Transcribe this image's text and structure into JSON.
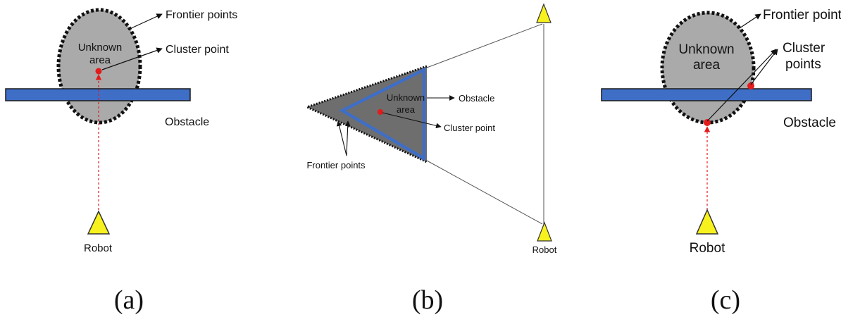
{
  "colors": {
    "unknown_fill_light": "#aaaaaa",
    "unknown_fill_dark": "#6e6e6e",
    "obstacle_fill": "#3f6ec6",
    "obstacle_stroke": "#1a1a1a",
    "cluster_point": "#e31b1b",
    "robot_fill": "#f7f21d",
    "robot_stroke": "#333333",
    "frontier_dots": "#111111"
  },
  "panel_a": {
    "unknown_label_line1": "Unknown",
    "unknown_label_line2": "area",
    "frontier_label": "Frontier points",
    "cluster_label": "Cluster point",
    "obstacle_label": "Obstacle",
    "robot_label": "Robot",
    "caption": "(a)"
  },
  "panel_b": {
    "unknown_label_line1": "Unknown",
    "unknown_label_line2": "area",
    "obstacle_label": "Obstacle",
    "cluster_label": "Cluster point",
    "frontier_label": "Frontier points",
    "robot_label": "Robot",
    "caption": "(b)"
  },
  "panel_c": {
    "unknown_label_line1": "Unknown",
    "unknown_label_line2": "area",
    "frontier_label": "Frontier points",
    "cluster_label_line1": "Cluster",
    "cluster_label_line2": "points",
    "obstacle_label": "Obstacle",
    "robot_label": "Robot",
    "caption": "(c)"
  }
}
